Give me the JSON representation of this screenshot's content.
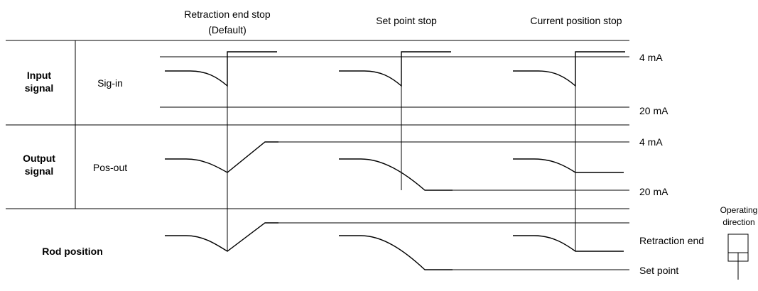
{
  "columns": {
    "retraction_end_stop": "Retraction end stop",
    "retraction_end_stop_note": "(Default)",
    "set_point_stop": "Set point stop",
    "current_position_stop": "Current position stop"
  },
  "rows": {
    "input_signal_line1": "Input",
    "input_signal_line2": "signal",
    "sig_in": "Sig-in",
    "output_signal_line1": "Output",
    "output_signal_line2": "signal",
    "pos_out": "Pos-out",
    "rod_position": "Rod position"
  },
  "levels": {
    "input_top": "4 mA",
    "input_bottom": "20 mA",
    "output_top": "4 mA",
    "output_bottom": "20 mA",
    "rod_top": "Retraction end",
    "rod_bottom": "Set point"
  },
  "operating_direction": {
    "line1": "Operating",
    "line2": "direction"
  }
}
